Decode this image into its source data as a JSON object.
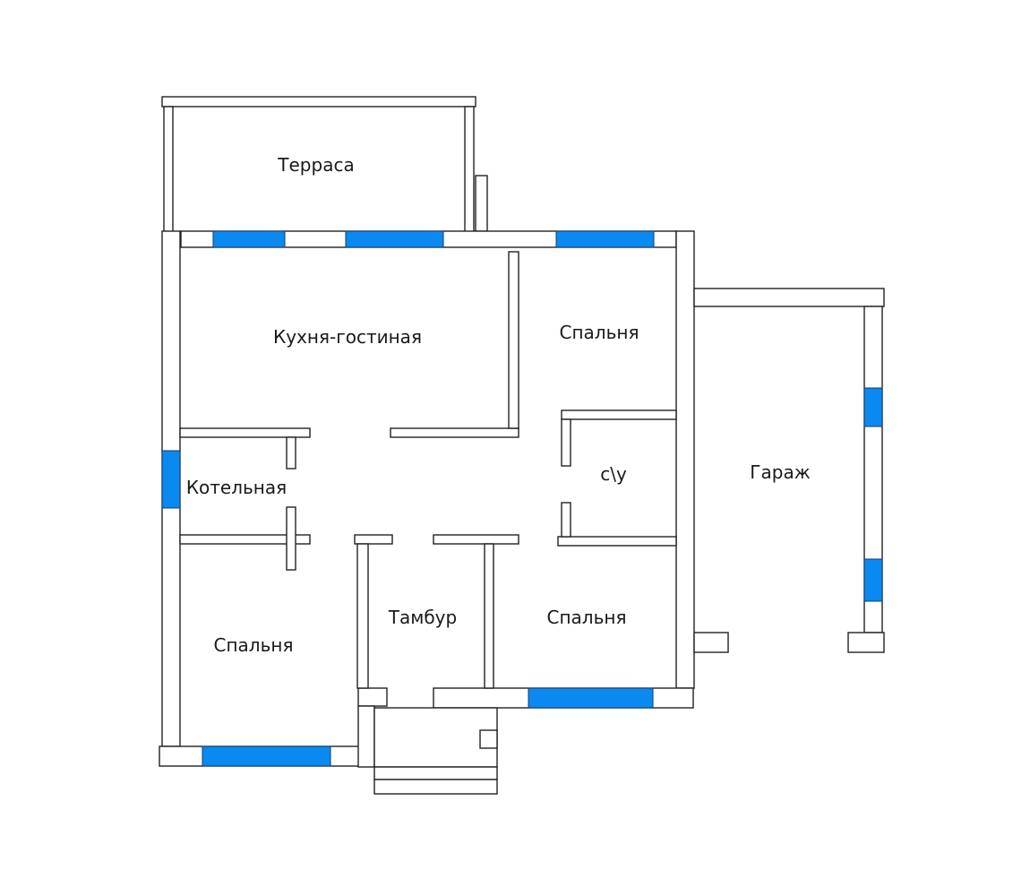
{
  "colors": {
    "window": "#0a8af0",
    "wall_stroke": "#222222",
    "background": "#ffffff"
  },
  "rooms": {
    "terrace": "Терраса",
    "kitchen_living": "Кухня-гостиная",
    "bedroom_ne": "Спальня",
    "wc": "с\\у",
    "garage": "Гараж",
    "boiler": "Котельная",
    "vestibule": "Тамбур",
    "bedroom_s": "Спальня",
    "bedroom_sw": "Спальня"
  }
}
